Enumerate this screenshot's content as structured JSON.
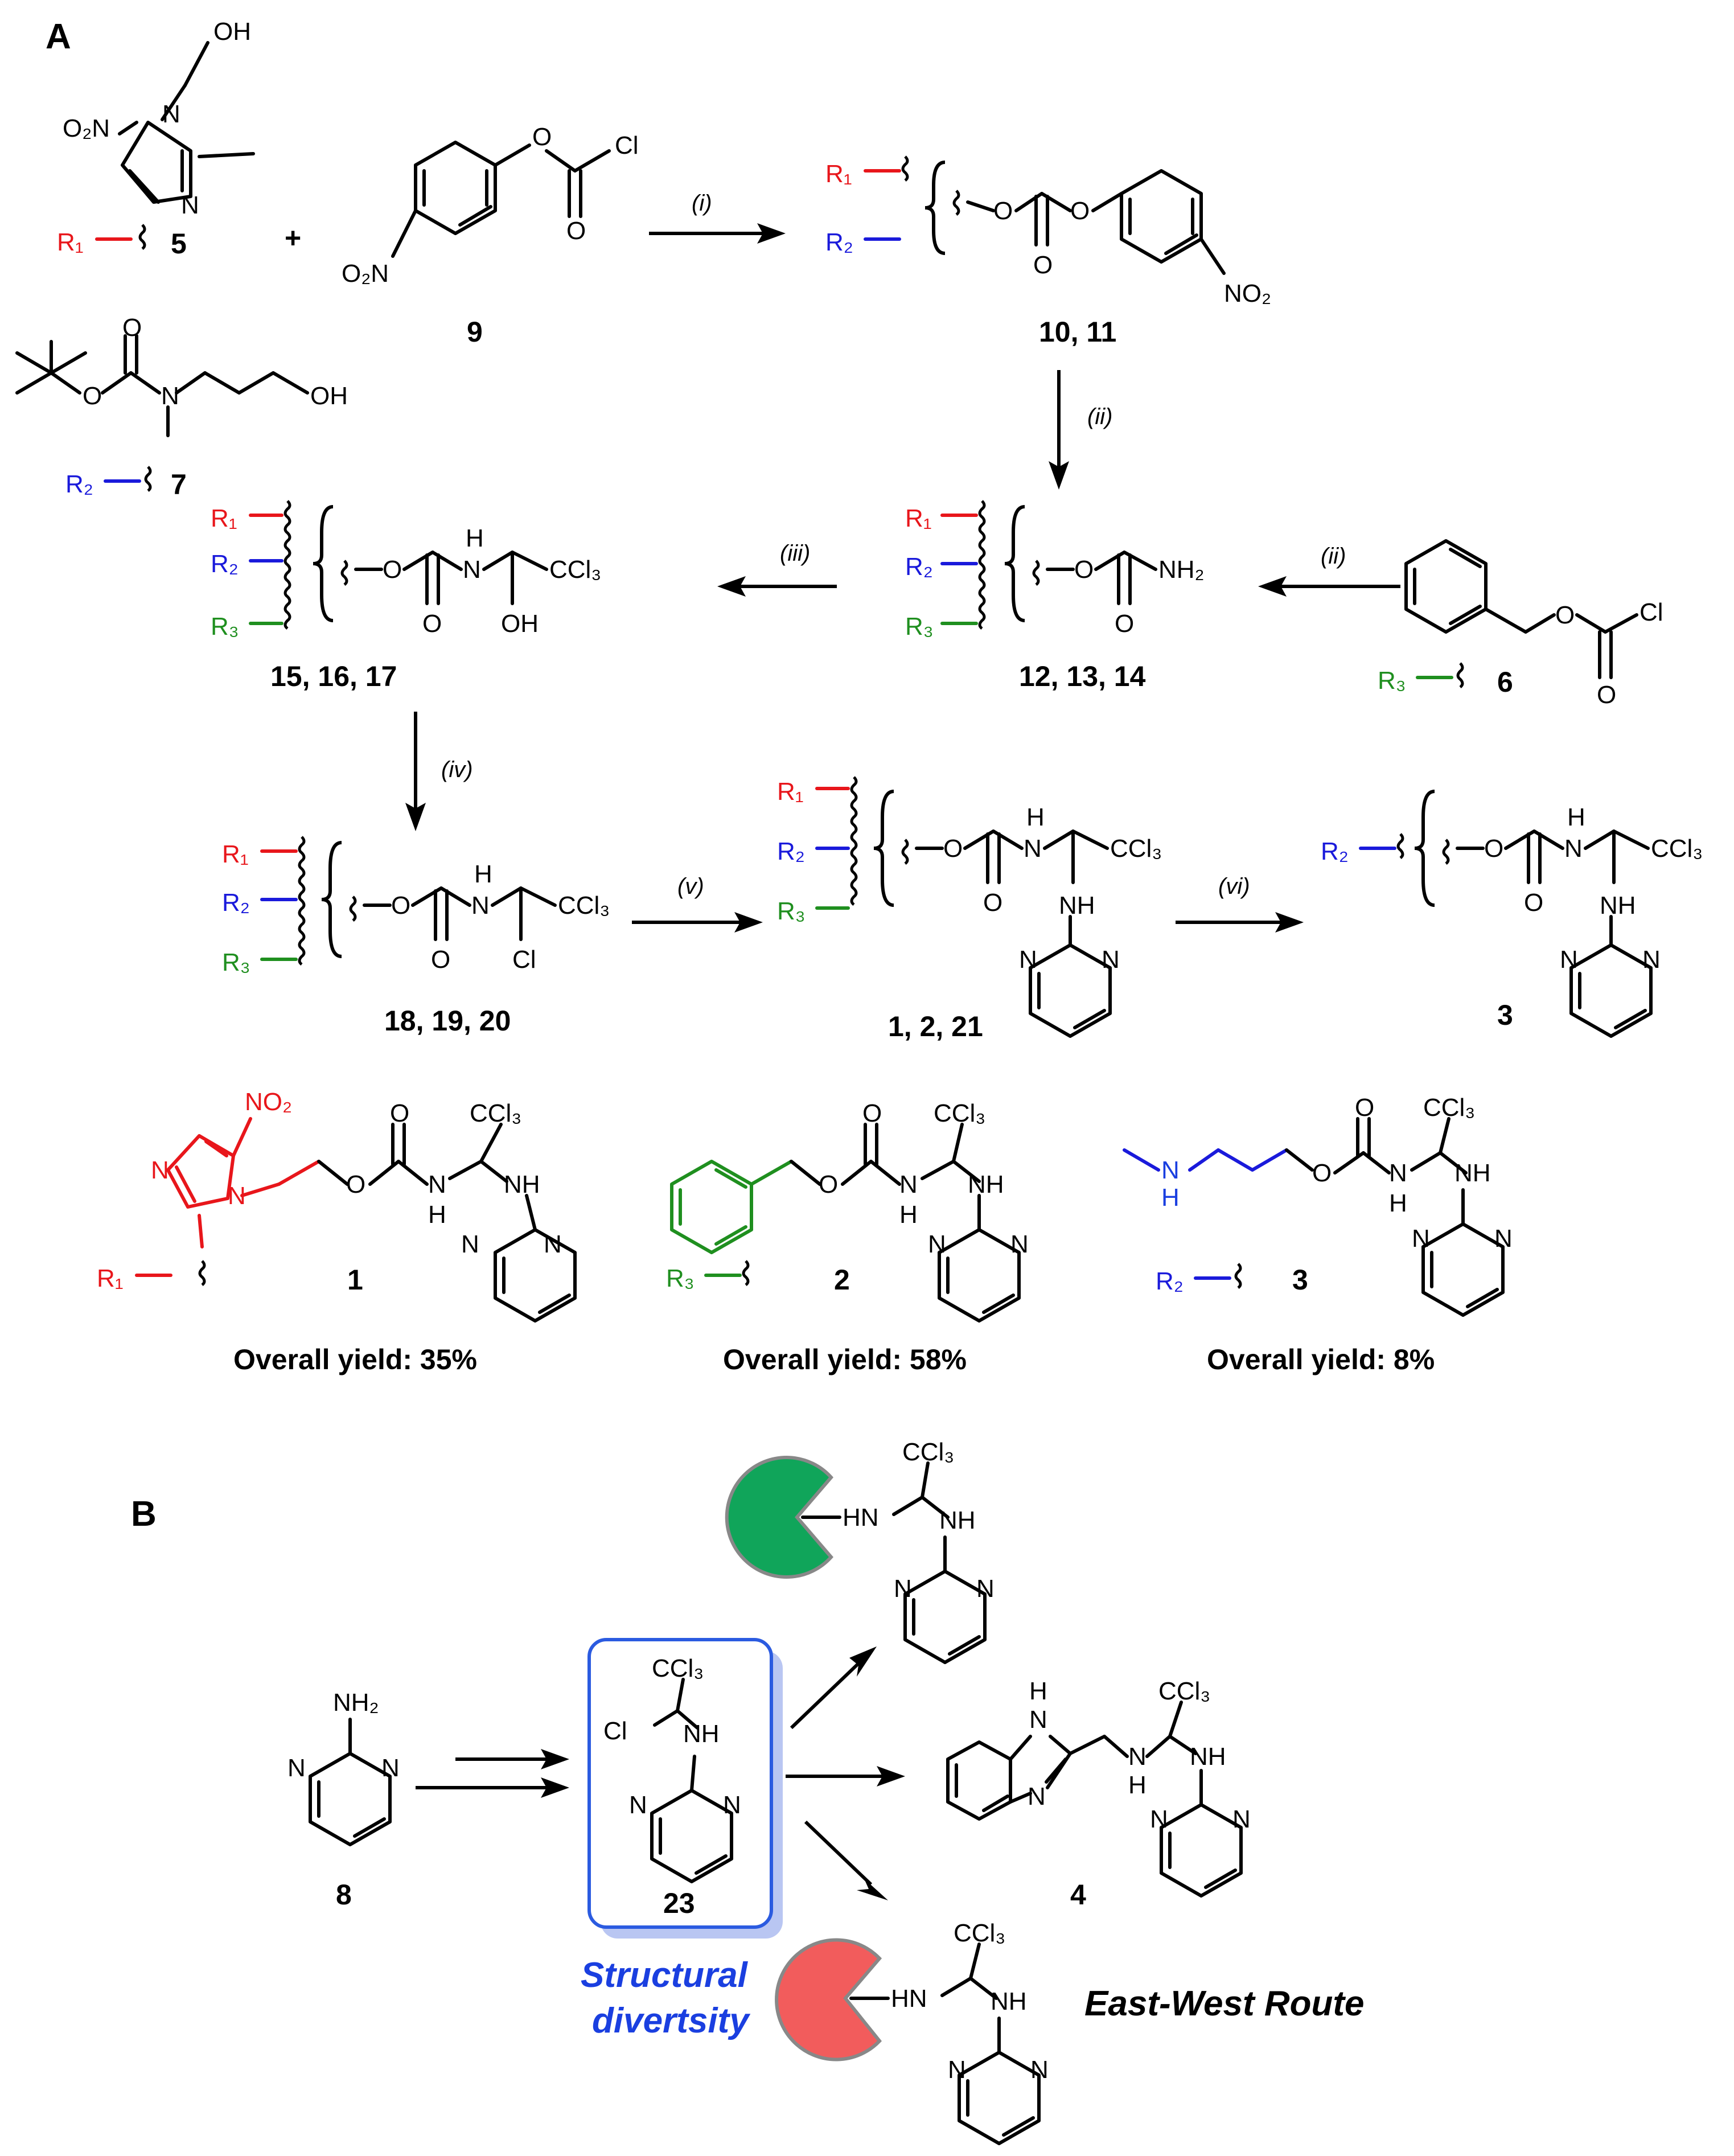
{
  "panels": {
    "a": "A",
    "b": "B"
  },
  "compounds": {
    "c5": "5",
    "c9": "9",
    "c7": "7",
    "c10_11": "10, 11",
    "c12_14": "12, 13, 14",
    "c15_17": "15, 16, 17",
    "c6": "6",
    "c18_20": "18, 19, 20",
    "c1_2_21": "1, 2, 21",
    "c3": "3",
    "f1": "1",
    "f2": "2",
    "f3": "3",
    "c8": "8",
    "c23": "23",
    "c4": "4"
  },
  "conditions": {
    "i": "(i)",
    "ii": "(ii)",
    "ii_b": "(ii)",
    "iii": "(iii)",
    "iv": "(iv)",
    "v": "(v)",
    "vi": "(vi)"
  },
  "atoms": {
    "oh": "OH",
    "o2n": "O₂N",
    "no2": "NO₂",
    "n": "N",
    "o": "O",
    "cl": "Cl",
    "h": "H",
    "nh": "NH",
    "hn": "HN",
    "nh2": "NH₂",
    "ccl3": "CCl₃",
    "r1": "R₁",
    "r2": "R₂",
    "r3": "R₃",
    "plus": "+"
  },
  "yields": {
    "y1": "Overall yield: 35%",
    "y2": "Overall yield: 58%",
    "y3": "Overall yield: 8%"
  },
  "notes": {
    "structural": "Structural",
    "diversity": "divertsity",
    "route": "East-West Route"
  },
  "colors": {
    "r1": "#e8161b",
    "r2": "#1a1adb",
    "r3": "#1f8f1f",
    "pac_green": "#10a55a",
    "pac_red": "#f25c5c",
    "box_border": "#2b5be0",
    "box_shadow": "#b9c6f2",
    "diversity_text": "#1a3fe0"
  }
}
